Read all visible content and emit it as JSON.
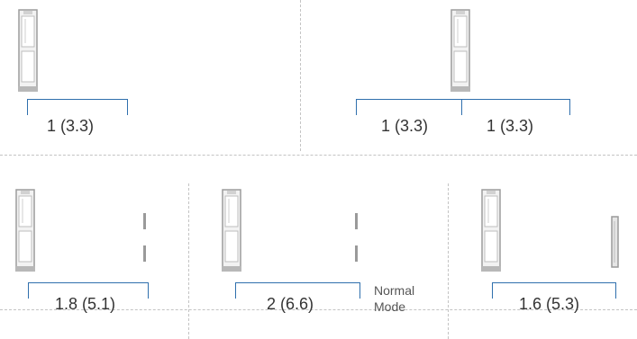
{
  "panels": [
    {
      "id": "single",
      "labels": [
        "1 (3.3)"
      ]
    },
    {
      "id": "double",
      "labels": [
        "1 (3.3)",
        "1 (3.3)"
      ]
    },
    {
      "id": "p3",
      "labels": [
        "1.8 (5.1)"
      ]
    },
    {
      "id": "p4",
      "labels": [
        "2 (6.6)"
      ],
      "note": [
        "Normal",
        "Mode"
      ]
    },
    {
      "id": "p5",
      "labels": [
        "1.6 (5.3)"
      ]
    }
  ],
  "colors": {
    "bracket": "#2f6fad",
    "divider": "#c4c4c4"
  },
  "icons": [
    "cabinet-icon"
  ]
}
